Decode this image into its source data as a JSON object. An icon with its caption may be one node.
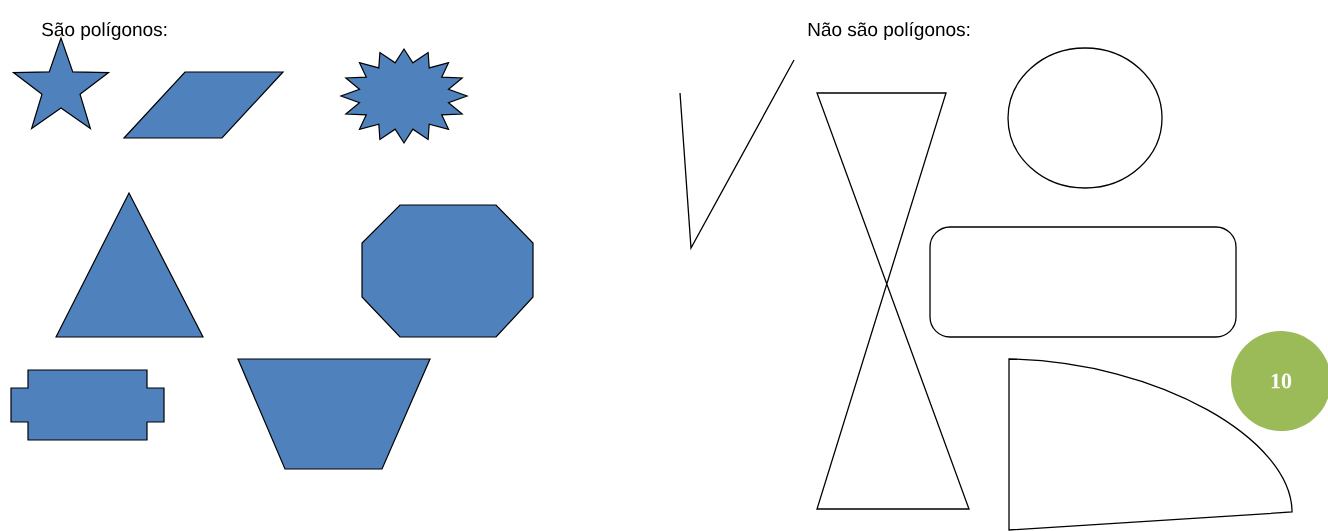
{
  "diagram": {
    "nodes": [
      {
        "text": [
          "10"
        ]
      }
    ],
    "labels": [
      "São polígonos:",
      "Não são polígonos:"
    ]
  }
}
